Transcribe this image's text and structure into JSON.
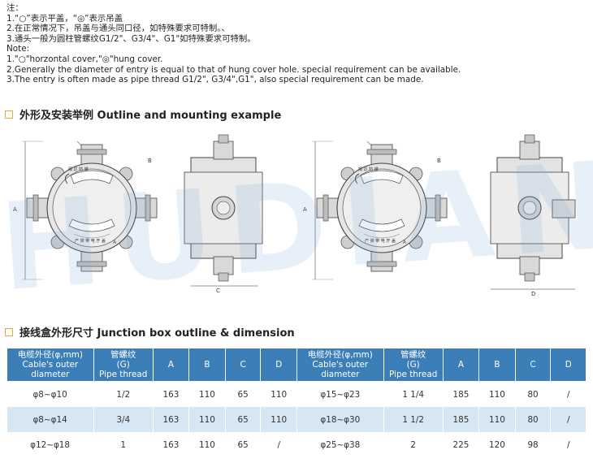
{
  "notes": [
    "注：",
    "1.“○”表示平盖，“◎”表示吊盖",
    "2.在正常情况下，吊盖与通头同口径，如特殊要求可特制。、",
    "3.通头一般为圆柱管螺纹G1/2\"、G3/4\"、G1\"如特殊要求可特制。",
    "Note:",
    "1.\"○\"horzontal cover,\"◎\"hung cover.",
    "2.Generally the diameter of entry is equal to that of hung cover hole. special requirement can be available.",
    "3.The entry is often made as pipe thread G1/2\", G3/4\",G1\", also special requirement can be made."
  ],
  "section1": {
    "title": "外形及安装举例 Outline and mounting example"
  },
  "section2": {
    "title": "接线盒外形尺寸 Junction box outline & dimension"
  },
  "drawing_labels": {
    "a": "A",
    "b": "B",
    "c": "C",
    "d": "D"
  },
  "plate_text": {
    "top1": "隔 达 防 爆",
    "bottom1": "产 禁 带 电 开 盖"
  },
  "watermark": "HUDIAN",
  "table": {
    "headers": [
      {
        "cn": "电缆外径(φ,mm)",
        "en": "Cable's outer diameter"
      },
      {
        "cn": "管螺纹",
        "sub": "(G)",
        "en": "Pipe thread"
      },
      {
        "cn": "A"
      },
      {
        "cn": "B"
      },
      {
        "cn": "C"
      },
      {
        "cn": "D"
      },
      {
        "cn": "电缆外径(φ,mm)",
        "en": "Cable's outer diameter"
      },
      {
        "cn": "管螺纹",
        "sub": "(G)",
        "en": "Pipe thread"
      },
      {
        "cn": "A"
      },
      {
        "cn": "B"
      },
      {
        "cn": "C"
      },
      {
        "cn": "D"
      }
    ],
    "rows": [
      [
        "φ8~φ10",
        "1/2",
        "163",
        "110",
        "65",
        "110",
        "φ15~φ23",
        "1 1/4",
        "185",
        "110",
        "80",
        "/"
      ],
      [
        "φ8~φ14",
        "3/4",
        "163",
        "110",
        "65",
        "110",
        "φ18~φ30",
        "1 1/2",
        "185",
        "110",
        "80",
        "/"
      ],
      [
        "φ12~φ18",
        "1",
        "163",
        "110",
        "65",
        "/",
        "φ25~φ38",
        "2",
        "225",
        "120",
        "98",
        "/"
      ]
    ]
  },
  "colors": {
    "header": "#3c7fb8",
    "stripe": "#d6e6f3",
    "accent": "#e2a83a"
  }
}
